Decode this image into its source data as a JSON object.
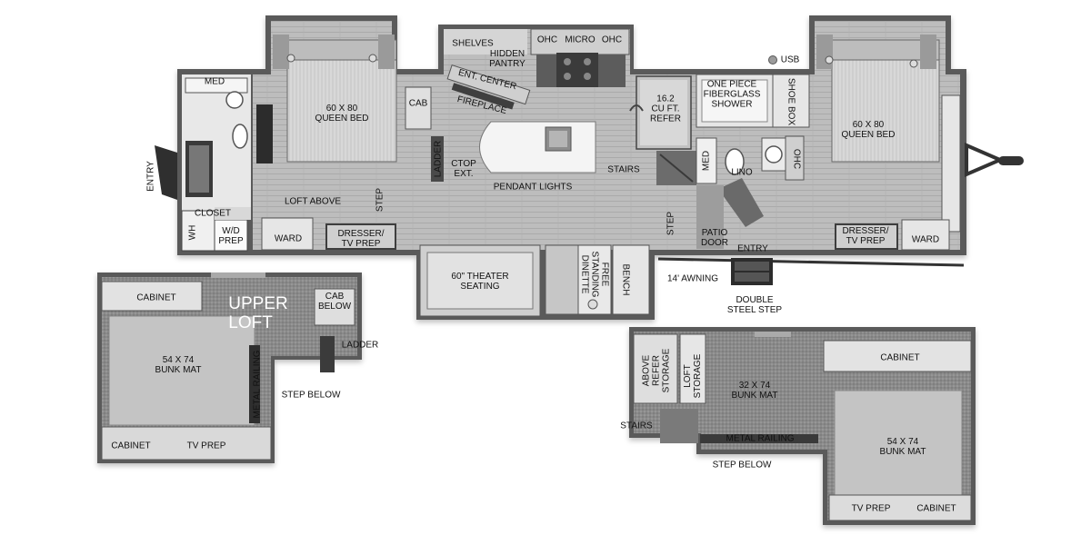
{
  "labels": {
    "med_left": "MED",
    "bed_left": "60 X 80\nQUEEN BED",
    "cab": "CAB",
    "shelves": "SHELVES",
    "hidden_pantry": "HIDDEN\nPANTRY",
    "ohc1": "OHC",
    "micro": "MICRO",
    "ohc2": "OHC",
    "ent_center": "ENT. CENTER",
    "fireplace": "FIREPLACE",
    "usb": "USB",
    "refer": "16.2\nCU FT.\nREFER",
    "shower": "ONE PIECE\nFIBERGLASS\nSHOWER",
    "shoe_box": "SHOE BOX",
    "bed_right": "60 X 80\nQUEEN BED",
    "entry_left": "ENTRY",
    "ladder_main": "LADDER",
    "ctop_ext": "CTOP\nEXT.",
    "stairs_main": "STAIRS",
    "med_right": "MED",
    "lino": "LINO",
    "ohc_right": "OHC",
    "loft_above": "LOFT ABOVE",
    "step_left": "STEP",
    "pendant_lights": "PENDANT LIGHTS",
    "closet": "CLOSET",
    "wh": "WH",
    "wd_prep": "W/D\nPREP",
    "ward_left": "WARD",
    "dresser_left": "DRESSER/\nTV PREP",
    "step_mid": "STEP",
    "patio_door": "PATIO\nDOOR",
    "entry_right": "ENTRY",
    "dresser_right": "DRESSER/\nTV PREP",
    "ward_right": "WARD",
    "theater": "60\" THEATER\nSEATING",
    "dinette": "FREE\nSTANDING\nDINETTE",
    "bench": "BENCH",
    "awning": "14' AWNING",
    "double_step": "DOUBLE\nSTEEL STEP",
    "upper_loft": "UPPER\nLOFT",
    "cabinet_ul_top": "CABINET",
    "cab_below": "CAB\nBELOW",
    "ladder_ul": "LADDER",
    "bunk_ul": "54 X 74\nBUNK MAT",
    "metal_railing_ul": "METAL RAILING",
    "step_below_ul": "STEP BELOW",
    "cabinet_ul_bottom": "CABINET",
    "tv_prep_ul": "TV PREP",
    "above_refer": "ABOVE\nREFER\nSTORAGE",
    "loft_storage": "LOFT\nSTORAGE",
    "bunk_32": "32 X 74\nBUNK MAT",
    "cabinet_lr_top": "CABINET",
    "stairs_lr": "STAIRS",
    "metal_railing_lr": "METAL RAILING",
    "bunk_lr": "54 X 74\nBUNK MAT",
    "step_below_lr": "STEP BELOW",
    "tv_prep_lr": "TV PREP",
    "cabinet_lr_bottom": "CABINET"
  }
}
